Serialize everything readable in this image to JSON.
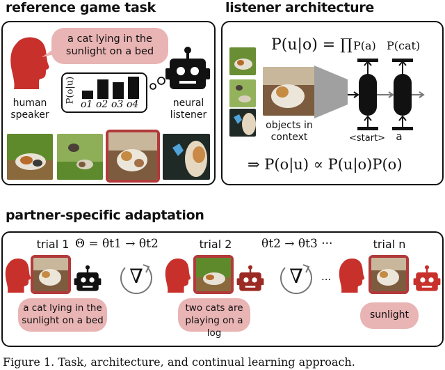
{
  "reference_game": {
    "heading": "reference game task",
    "utterance": "a cat lying in the sunlight on a bed",
    "speaker_label": "human speaker",
    "listener_label": "neural listener",
    "chart_ylabel": "P(o|u)",
    "chart_categories": [
      "o1",
      "o2",
      "o3",
      "o4"
    ]
  },
  "listener_arch": {
    "heading": "listener architecture",
    "formula_top": "P(u|o) = ∏",
    "token_prob_1": "P(a)",
    "token_prob_2": "P(cat)",
    "objects_label": "objects in context",
    "start_token": "<start>",
    "token_a": "a",
    "formula_bottom": "⇒ P(o|u) ∝ P(u|o)P(o)"
  },
  "adaptation": {
    "heading": "partner-specific adaptation",
    "trial1": "trial 1",
    "theta_formula_1": "Θ = θt1 → θt2",
    "trial2": "trial 2",
    "theta_formula_2": "θt2 → θt3 ···",
    "trialn": "trial n",
    "ellipsis": "···",
    "utterance1": "a cat lying in the sunlight on a bed",
    "utterance2": "two cats are playing on a log",
    "utterance3": "sunlight",
    "grad_symbol": "∇"
  },
  "caption": "Figure 1. Task, architecture, and continual learning approach.",
  "colors": {
    "human": "#c8302c",
    "robot_dark": "#111111",
    "robot_red": "#9c2a24",
    "bubble": "#e9b4b4",
    "frame": "#b23a3a"
  }
}
